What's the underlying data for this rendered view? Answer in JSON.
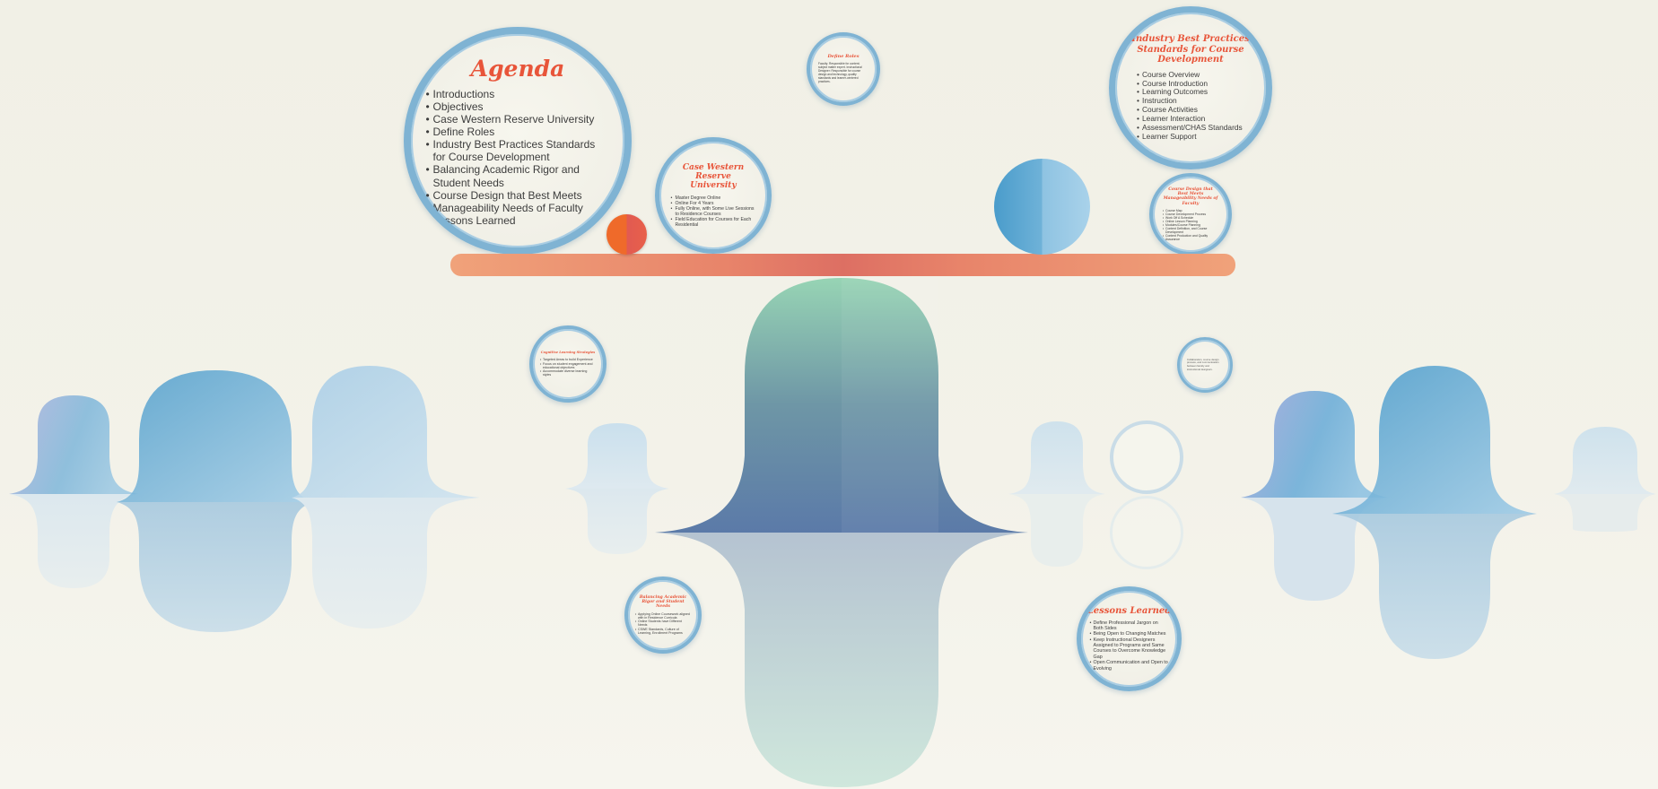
{
  "colors": {
    "title": "#e8553a",
    "frame_border": "#7fb3d3",
    "beam": "#e8846a",
    "fulcrum_top": "#95d2b4",
    "fulcrum_bottom": "#5a7fa8"
  },
  "agenda": {
    "title": "Agenda",
    "items": [
      {
        "text": "Introductions"
      },
      {
        "text": "Objectives"
      },
      {
        "text": "Case Western Reserve University"
      },
      {
        "text": "Define Roles"
      },
      {
        "text": "Industry Best Practices Standards for Course Development"
      },
      {
        "text": "Balancing Academic Rigor and Student Needs"
      },
      {
        "text": "Course Design that Best Meets Manageability Needs of Faculty"
      },
      {
        "text": "Lessons Learned"
      }
    ]
  },
  "industry": {
    "title": "Industry Best Practices Standards for Course Development",
    "items": [
      {
        "text": "Course Overview"
      },
      {
        "text": "Course Introduction"
      },
      {
        "text": "Learning Outcomes"
      },
      {
        "text": "Instruction"
      },
      {
        "text": "Course Activities"
      },
      {
        "text": "Learner Interaction"
      },
      {
        "text": "Assessment/CHAS Standards"
      },
      {
        "text": "Learner Support"
      }
    ]
  },
  "cwru": {
    "title": "Case Western Reserve University",
    "items": [
      {
        "text": "Master Degree Online"
      },
      {
        "text": "Online For 4 Years"
      },
      {
        "text": "Fully Online, with Some Live Sessions to Residence Courses"
      },
      {
        "text": "Field Education for Courses for Each Residential"
      }
    ]
  },
  "roles": {
    "title": "Define Roles",
    "body": "Faculty: Responsible for content; subject matter expert. Instructional Designer: Responsible for course design and technology, quality standards and learner-centered practices."
  },
  "course_design": {
    "title": "Course Design that Best Meets Manageability Needs of Faculty",
    "items": [
      {
        "text": "Course Map"
      },
      {
        "text": "Course Development Process"
      },
      {
        "text": "Work Off A Schedule"
      },
      {
        "text": "Online Lesson Planning"
      },
      {
        "text": "Modules/Course Planning"
      },
      {
        "text": "Content Definition, and Course Development"
      },
      {
        "text": "Content Production and Quality Assurance"
      }
    ]
  },
  "cognitive": {
    "title": "Cognitive Learning Strategies",
    "items": [
      {
        "text": "Targeted Areas to build Experience"
      },
      {
        "text": "Focus on student engagement and educational objectives"
      },
      {
        "text": "Accommodate diverse learning styles"
      }
    ]
  },
  "balancing": {
    "title": "Balancing Academic Rigor and Student Needs",
    "items": [
      {
        "text": "Applying Online Coursework aligned with in Residence Curricula"
      },
      {
        "text": "Online Students have Different Needs"
      },
      {
        "text": "CSWE Standards, Culture of Learning, Enrollment Programs"
      }
    ]
  },
  "lessons": {
    "title": "Lessons Learned",
    "items": [
      {
        "text": "Define Professional Jargon on Both Sides"
      },
      {
        "text": "Being Open to Changing Matches"
      },
      {
        "text": "Keep Instructional Designers Assigned to Programs and Same Courses to Overcome Knowledge Gap"
      },
      {
        "text": "Open Communication and Open to Evolving"
      }
    ]
  },
  "small_right": {
    "body": "Collaboration, course design process, and communication between faculty and instructional designers."
  }
}
